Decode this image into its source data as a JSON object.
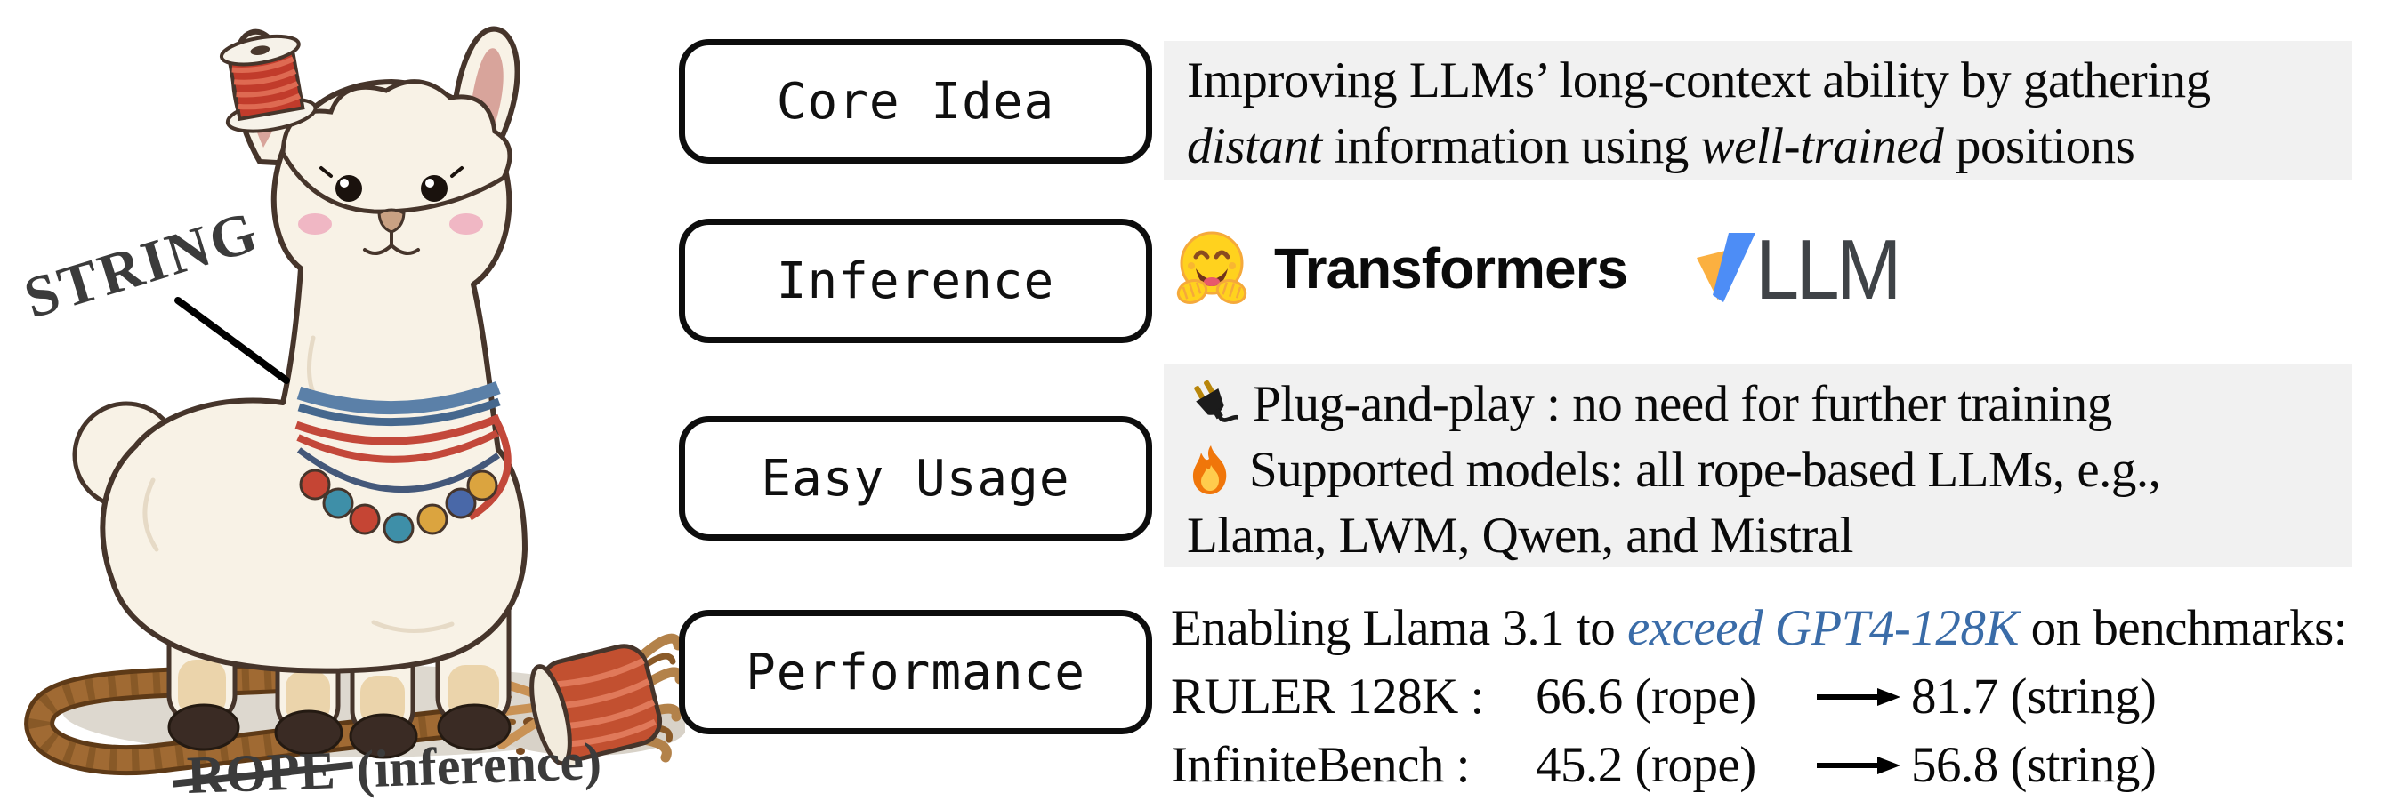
{
  "colors": {
    "gray_block_bg": "#F1F1F1",
    "accent_blue_italic": "#3A6CA8",
    "figure_label_gray": "#3B3B3B",
    "hf_yellow": "#FFD21E",
    "vllm_yellow": "#FBB040",
    "vllm_blue": "#4D8DF6",
    "box_border": "#0D0D0D"
  },
  "icons": {
    "inference_left": "hugging-face-emoji",
    "inference_right": "vllm-logo",
    "usage_line1": "electric-plug-emoji",
    "usage_line2": "fire-emoji",
    "performance_arrow": "long-right-arrow"
  },
  "figure": {
    "string_label": "STRING",
    "rope_label": "ROPE",
    "rope_note": "(inference)"
  },
  "sections": {
    "core_idea": {
      "label": "Core Idea",
      "line1": "Improving LLMs’ long-context ability by gathering",
      "line2_italic1": "distant",
      "line2_mid": " information using ",
      "line2_italic2": "well-trained",
      "line2_end": " positions"
    },
    "inference": {
      "label": "Inference",
      "transformers": "Transformers",
      "vllm": "LLM"
    },
    "easy_usage": {
      "label": "Easy Usage",
      "line1": "Plug-and-play : no need for further training",
      "line2": "Supported models: all rope-based LLMs, e.g.,",
      "line3": "Llama, LWM, Qwen, and Mistral"
    },
    "performance": {
      "label": "Performance",
      "intro_pre": "Enabling Llama 3.1 to ",
      "intro_em": "exceed GPT4-128K",
      "intro_post": " on benchmarks:",
      "rows": [
        {
          "name": "RULER 128K :",
          "base": "66.6 (rope)",
          "improved": "81.7 (string)"
        },
        {
          "name": "InfiniteBench :",
          "base": "45.2 (rope)",
          "improved": "56.8 (string)"
        }
      ]
    }
  }
}
